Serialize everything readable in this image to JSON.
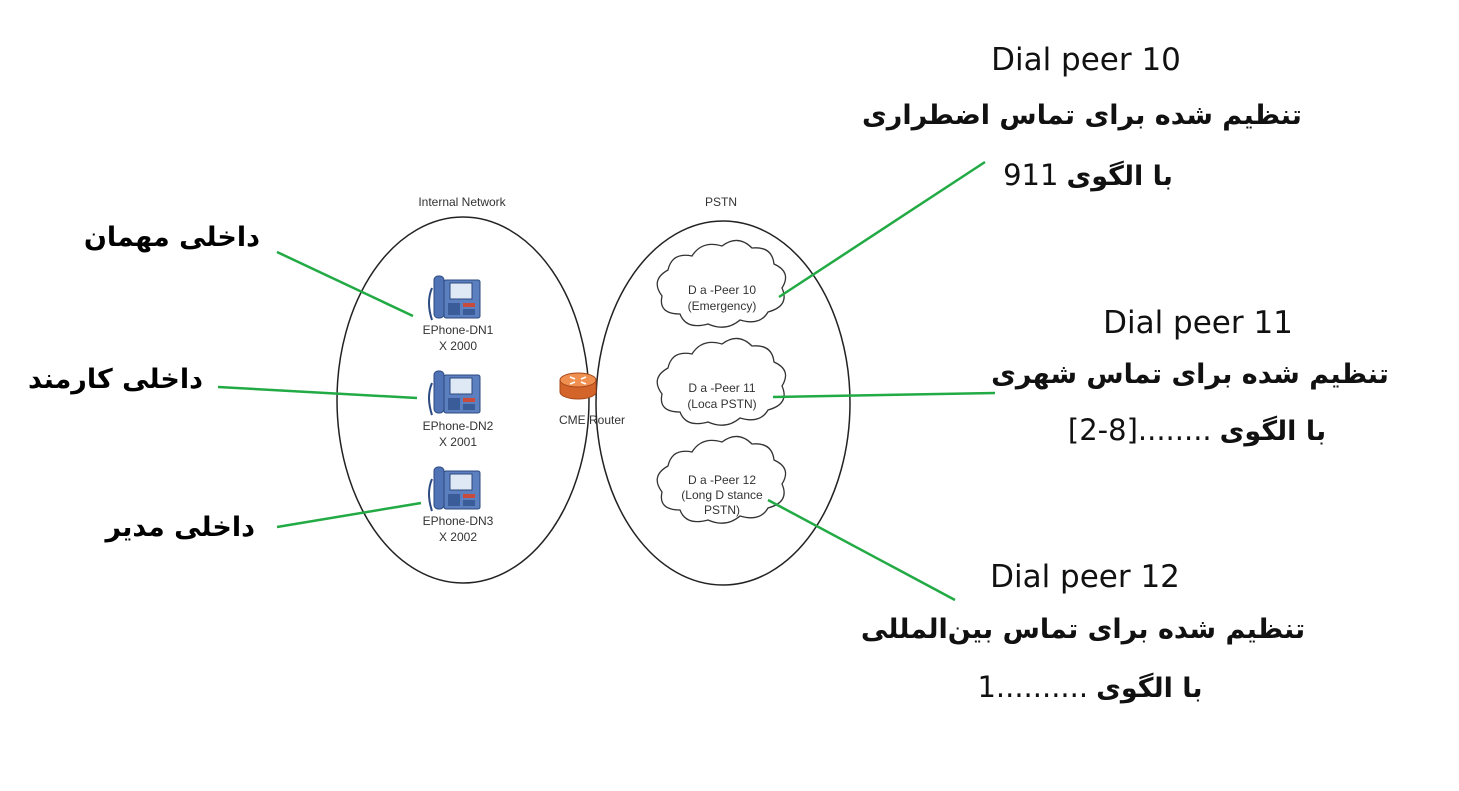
{
  "diagram": {
    "regions": {
      "internal": "Internal Network",
      "pstn": "PSTN"
    },
    "phones": [
      {
        "name": "EPhone-DN1",
        "ext": "X 2000",
        "annotation": "داخلی مهمان"
      },
      {
        "name": "EPhone-DN2",
        "ext": "X 2001",
        "annotation": "داخلی کارمند"
      },
      {
        "name": "EPhone-DN3",
        "ext": "X 2002",
        "annotation": "داخلی مدیر"
      }
    ],
    "router": {
      "label": "CME Router"
    },
    "clouds": [
      {
        "line1": "D a -Peer 10",
        "line2": "(Emergency)",
        "line3": ""
      },
      {
        "line1": "D a -Peer 11",
        "line2": "(Loca  PSTN)",
        "line3": ""
      },
      {
        "line1": "D a -Peer 12",
        "line2": "(Long D stance",
        "line3": "PSTN)"
      }
    ],
    "dial_peers": [
      {
        "title": "Dial peer 10",
        "desc": "تنظیم شده برای تماس اضطراری",
        "pattern_prefix": "با الگوی",
        "pattern": "911"
      },
      {
        "title": "Dial peer 11",
        "desc": "تنظیم شده برای تماس شهری",
        "pattern_prefix": "با الگوی",
        "pattern": "[2-8]........"
      },
      {
        "title": "Dial peer 12",
        "desc": "تنظیم شده برای تماس بین‌المللی",
        "pattern_prefix": "با الگوی",
        "pattern": "1.........."
      }
    ],
    "colors": {
      "connector": "#22aa44",
      "phone": "#5b7fbf",
      "router": "#e07a3a",
      "outline": "#222222"
    }
  }
}
